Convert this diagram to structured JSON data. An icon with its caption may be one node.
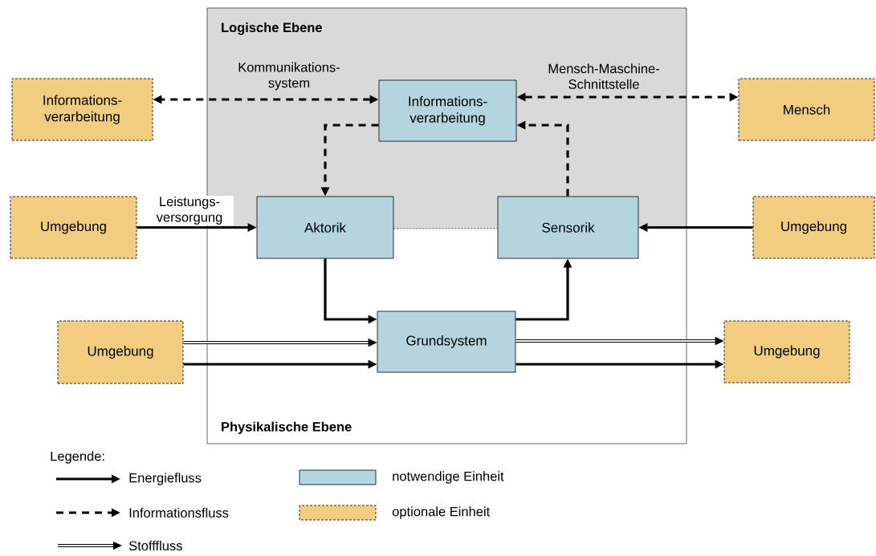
{
  "diagram": {
    "nodes": [
      {
        "text": [
          "Logische Ebene",
          "Physikalische Ebene"
        ]
      },
      {
        "text": [
          "Informations- verarbeitung"
        ]
      },
      {
        "text": [
          "Informations- verarbeitung"
        ],
        "in": 0
      },
      {
        "text": [
          "Mensch"
        ]
      },
      {
        "text": [
          "Umgebung"
        ]
      },
      {
        "text": [
          "Aktorik"
        ],
        "in": 0
      },
      {
        "text": [
          "Sensorik"
        ],
        "in": 0
      },
      {
        "text": [
          "Umgebung"
        ]
      },
      {
        "text": [
          "Umgebung"
        ]
      },
      {
        "text": [
          "Grundsystem"
        ],
        "in": 0
      },
      {
        "text": [
          "Umgebung"
        ]
      }
    ],
    "edges": [
      {
        "from": 2,
        "to": 1,
        "arrow": "both",
        "style": "dashed",
        "label": "Kommunikations- system"
      },
      {
        "from": 2,
        "to": 3,
        "arrow": "both",
        "style": "dashed",
        "label": "Mensch-Maschine- Schnittstelle"
      },
      {
        "from": 2,
        "to": 5,
        "arrow": "to",
        "style": "dashed"
      },
      {
        "from": 6,
        "to": 2,
        "arrow": "to",
        "style": "dashed"
      },
      {
        "from": 4,
        "to": 5,
        "arrow": "to",
        "label": "Leistungs- versorgung"
      },
      {
        "from": 7,
        "to": 6,
        "arrow": "to"
      },
      {
        "from": 5,
        "to": 9,
        "arrow": "to"
      },
      {
        "from": 9,
        "to": 6,
        "arrow": "to"
      },
      {
        "from": 8,
        "to": 9,
        "arrow": "to"
      },
      {
        "from": 8,
        "to": 9,
        "arrow": "to"
      },
      {
        "from": 9,
        "to": 10,
        "arrow": "to"
      },
      {
        "from": 9,
        "to": 10,
        "arrow": "to"
      }
    ],
    "labels": [
      "Legende:"
    ],
    "legend": [
      {
        "text": "Energiefluss"
      },
      {
        "text": "Informationsfluss"
      },
      {
        "text": "Stofffluss"
      },
      {
        "text": "notwendige Einheit",
        "color": "#b4d5e0"
      },
      {
        "text": "optionale Einheit",
        "color": "#f2cd80"
      }
    ]
  }
}
